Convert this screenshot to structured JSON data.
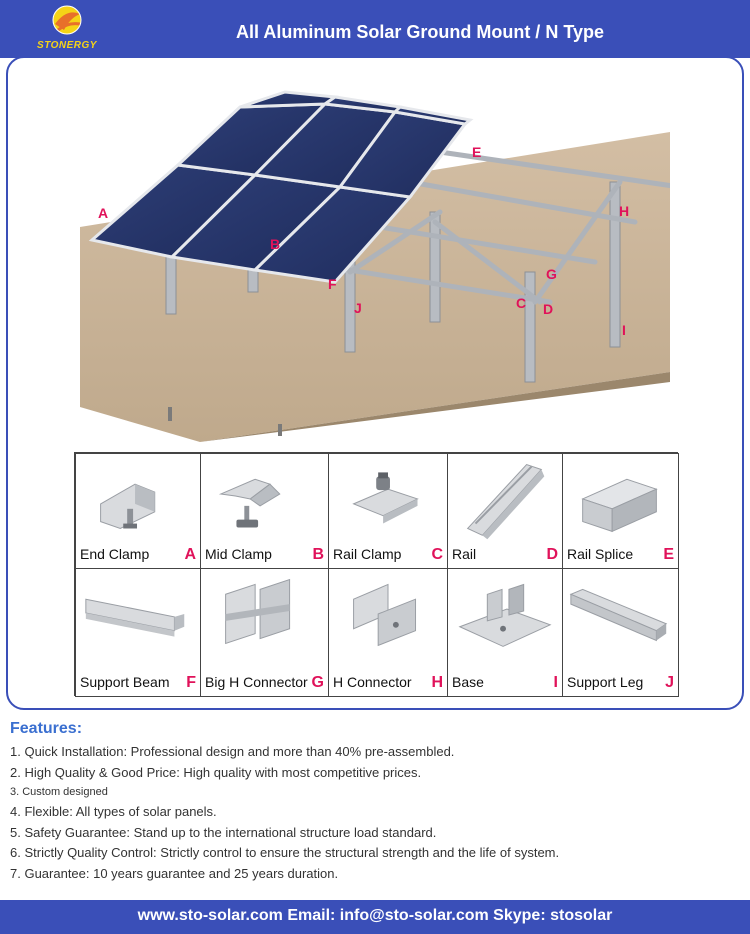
{
  "header": {
    "logo_text": "STONERGY",
    "title": "All Aluminum Solar Ground Mount /  N Type"
  },
  "colors": {
    "brand_blue": "#3a4fb8",
    "label_magenta": "#e0125a",
    "features_blue": "#3a6fd0",
    "logo_yellow": "#f5d417",
    "logo_orange": "#e8702a"
  },
  "scene": {
    "labels": [
      "A",
      "B",
      "C",
      "D",
      "E",
      "F",
      "G",
      "H",
      "I",
      "J"
    ]
  },
  "parts": [
    {
      "name": "End Clamp",
      "letter": "A",
      "icon": "end-clamp-icon"
    },
    {
      "name": "Mid Clamp",
      "letter": "B",
      "icon": "mid-clamp-icon"
    },
    {
      "name": "Rail Clamp",
      "letter": "C",
      "icon": "rail-clamp-icon"
    },
    {
      "name": "Rail",
      "letter": "D",
      "icon": "rail-icon"
    },
    {
      "name": "Rail Splice",
      "letter": "E",
      "icon": "rail-splice-icon"
    },
    {
      "name": "Support Beam",
      "letter": "F",
      "icon": "support-beam-icon"
    },
    {
      "name": "Big H Connector",
      "letter": "G",
      "icon": "big-h-connector-icon"
    },
    {
      "name": "H Connector",
      "letter": "H",
      "icon": "h-connector-icon"
    },
    {
      "name": "Base",
      "letter": "I",
      "icon": "base-icon"
    },
    {
      "name": "Support Leg",
      "letter": "J",
      "icon": "support-leg-icon"
    }
  ],
  "features": {
    "title": "Features:",
    "items": [
      "1. Quick Installation:  Professional design and more than 40% pre-assembled.",
      "2. High Quality & Good Price: High quality with most competitive prices.",
      "3. Custom designed",
      "4. Flexible: All types of solar panels.",
      "5. Safety Guarantee:  Stand up to the international structure load standard.",
      "6. Strictly Quality Control: Strictly control  to ensure the structural strength and the life of system.",
      "7. Guarantee: 10 years guarantee and 25 years duration."
    ]
  },
  "footer": {
    "text": "www.sto-solar.com Email: info@sto-solar.com Skype: stosolar"
  }
}
